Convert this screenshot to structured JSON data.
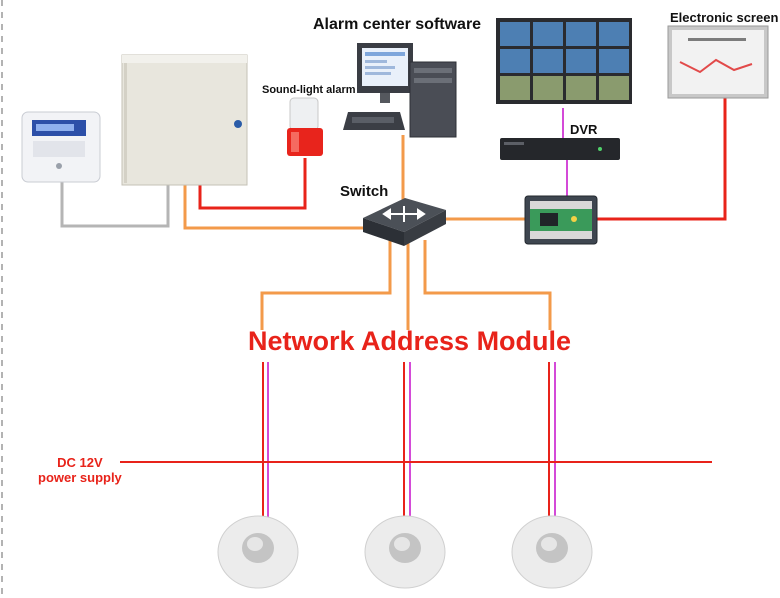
{
  "labels": {
    "alarm_center": "Alarm center software",
    "electronic_screen": "Electronic screen",
    "sound_light_alarm": "Sound-light alarm",
    "dvr": "DVR",
    "switch": "Switch",
    "network_address_module": "Network Address Module",
    "power_line1": "DC 12V",
    "power_line2": "power supply"
  },
  "colors": {
    "orange_link": "#f39a4a",
    "red_link": "#e8231a",
    "gray_link": "#b5b5b5",
    "magenta_link": "#d44ad8",
    "label_red": "#e8231a"
  },
  "devices": [
    "keypad",
    "alarm-host-cabinet",
    "sound-light-alarm",
    "computer",
    "video-wall",
    "dvr",
    "switch",
    "io-module",
    "electronic-screen",
    "pir-detector",
    "pir-detector",
    "pir-detector"
  ]
}
